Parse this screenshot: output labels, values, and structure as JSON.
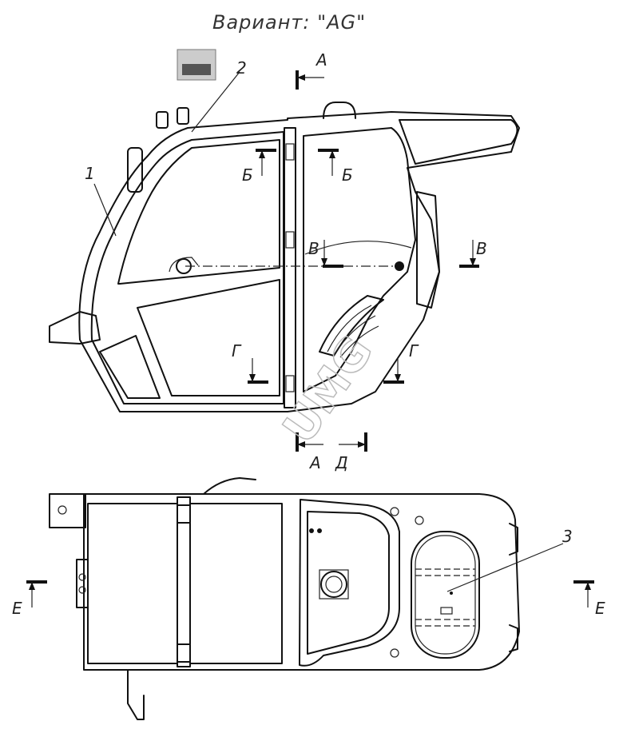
{
  "title": "Вариант: \"AG\"",
  "watermark": "UMG",
  "callouts": {
    "c1": "1",
    "c2": "2",
    "c3": "3"
  },
  "section_marks": {
    "a_top": "A",
    "b_left": "Б",
    "b_right": "Б",
    "v_left": "В",
    "v_right": "В",
    "g_left": "Г",
    "g_right": "Г",
    "a_bottom": "А",
    "d_bottom": "Д",
    "e_left": "Е",
    "e_right": "Е"
  },
  "colors": {
    "line": "#111111",
    "watermark": "#bbbbbb",
    "background": "#ffffff"
  }
}
